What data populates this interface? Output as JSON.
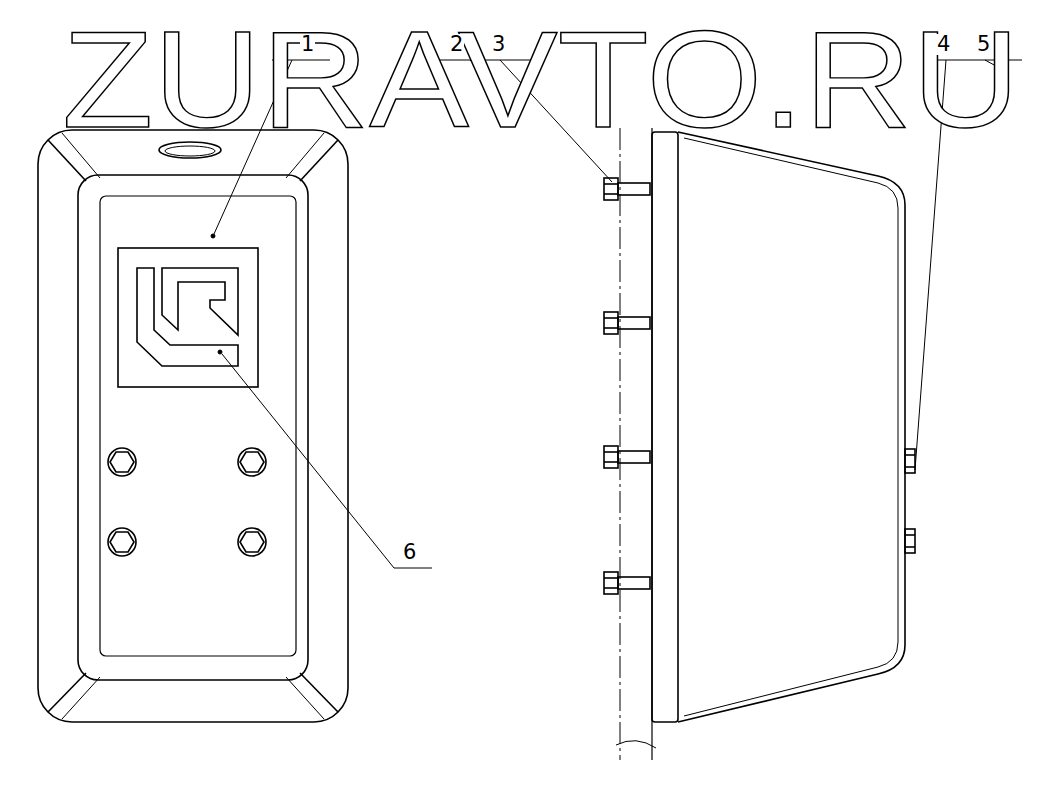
{
  "diagram": {
    "labels": [
      "ZURAVTO.RU",
      "1",
      "2",
      "3",
      "4",
      "5",
      "6"
    ]
  }
}
